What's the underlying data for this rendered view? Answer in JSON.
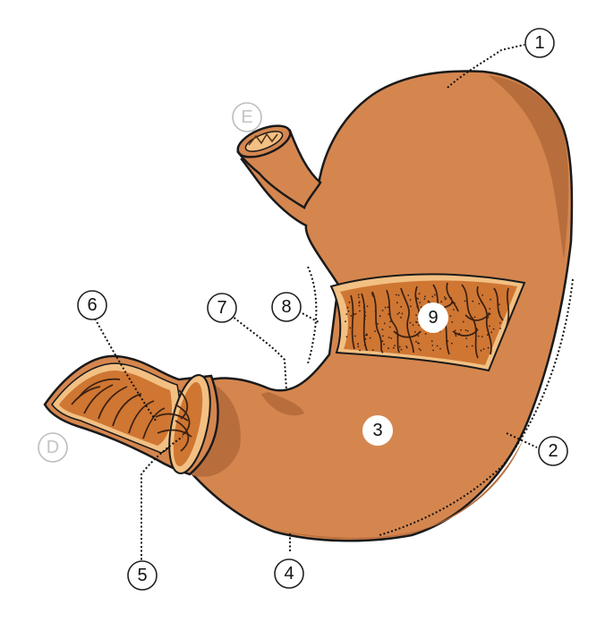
{
  "labels": {
    "l1": "1",
    "l2": "2",
    "l3": "3",
    "l4": "4",
    "l5": "5",
    "l6": "6",
    "l7": "7",
    "l8": "8",
    "l9": "9",
    "lE": "E",
    "lD": "D"
  },
  "colors": {
    "body": "#d5864f",
    "shadow": "#b86d3c",
    "highlight": "#e09460",
    "window_bg": "#cf7633",
    "rim": "#f2c083",
    "outline": "#1a1a1a"
  }
}
